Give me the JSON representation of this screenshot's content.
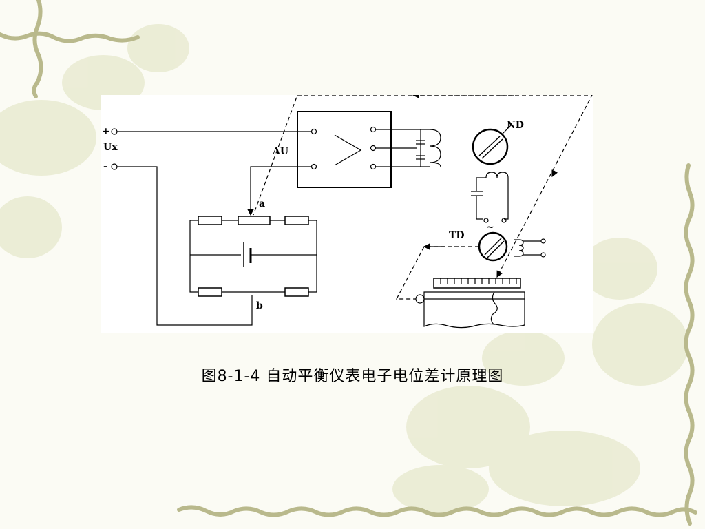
{
  "caption": "图8-1-4   自动平衡仪表电子电位差计原理图",
  "diagram": {
    "labels": {
      "plus": "+",
      "ux": "Ux",
      "minus": "-",
      "delta_u": "ΔU",
      "a": "a",
      "b": "b",
      "nd": "ND",
      "td": "TD",
      "tilde": "~"
    }
  },
  "colors": {
    "background": "#fbfbf4",
    "vine": "#b7b68a",
    "blossom": "#e6e8cf",
    "ink": "#000000"
  }
}
